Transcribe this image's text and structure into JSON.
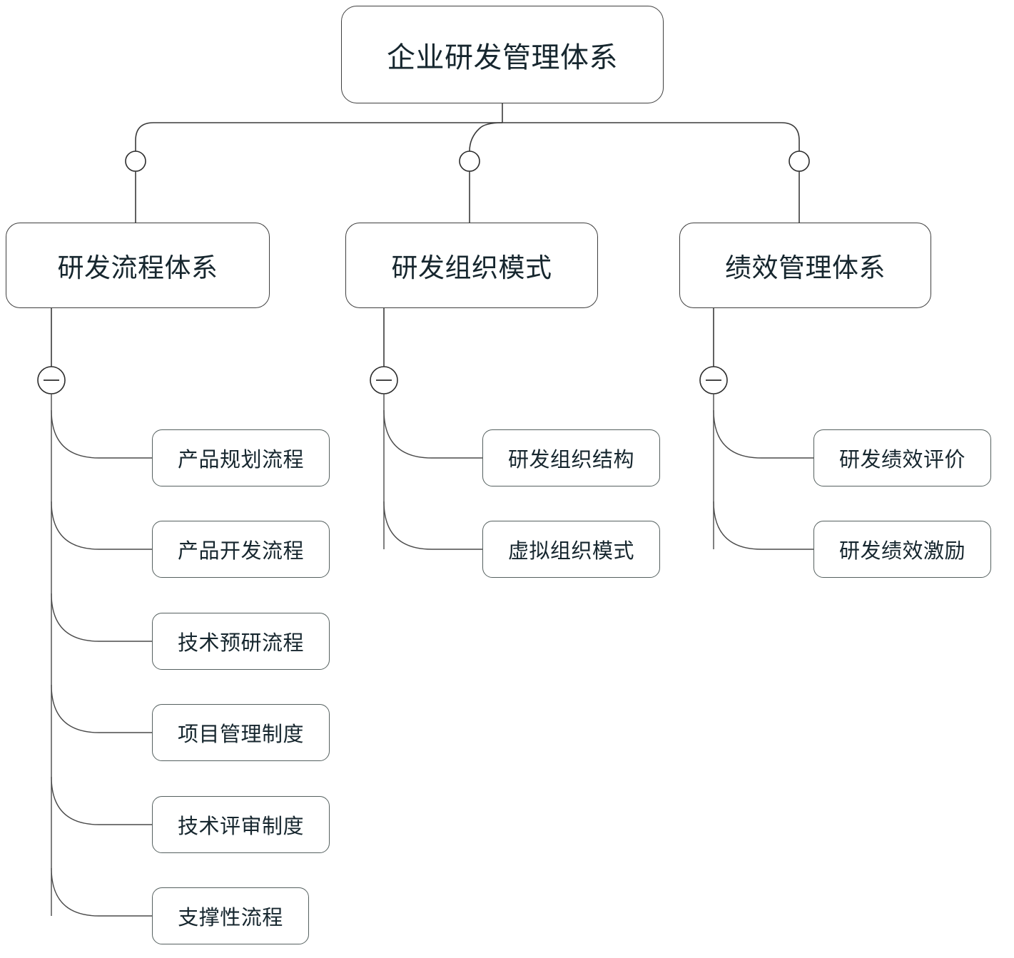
{
  "diagram": {
    "type": "mindmap-tree",
    "title": "企业研发管理体系",
    "orientation": "top-down-then-right",
    "colors": {
      "background": "#ffffff",
      "node_border": "#4a4a4a",
      "node_fill": "#ffffff",
      "text": "#16262e",
      "edge": "#3a3a3a"
    },
    "root": {
      "id": "root",
      "label": "企业研发管理体系"
    },
    "branches": [
      {
        "id": "branch-1",
        "label": "研发流程体系",
        "toggle": "minus",
        "children": [
          {
            "id": "leaf-1-1",
            "label": "产品规划流程"
          },
          {
            "id": "leaf-1-2",
            "label": "产品开发流程"
          },
          {
            "id": "leaf-1-3",
            "label": "技术预研流程"
          },
          {
            "id": "leaf-1-4",
            "label": "项目管理制度"
          },
          {
            "id": "leaf-1-5",
            "label": "技术评审制度"
          },
          {
            "id": "leaf-1-6",
            "label": "支撑性流程"
          }
        ]
      },
      {
        "id": "branch-2",
        "label": "研发组织模式",
        "toggle": "minus",
        "children": [
          {
            "id": "leaf-2-1",
            "label": "研发组织结构"
          },
          {
            "id": "leaf-2-2",
            "label": "虚拟组织模式"
          }
        ]
      },
      {
        "id": "branch-3",
        "label": "绩效管理体系",
        "toggle": "minus",
        "children": [
          {
            "id": "leaf-3-1",
            "label": "研发绩效评价"
          },
          {
            "id": "leaf-3-2",
            "label": "研发绩效激励"
          }
        ]
      }
    ]
  }
}
